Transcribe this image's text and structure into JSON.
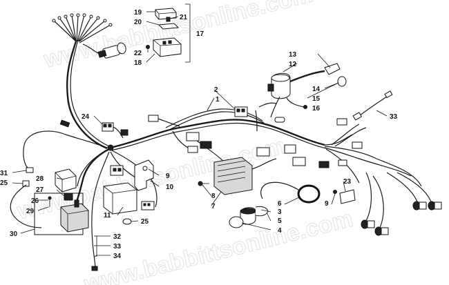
{
  "watermark": {
    "text_top": "www.babbittsonline.com",
    "text_mid": "www.babbittsonline.com",
    "text_bottom": "www.babbittsonline.com"
  },
  "callouts": {
    "c1": "1",
    "c2": "2",
    "c3": "3",
    "c4": "4",
    "c5": "5",
    "c6": "6",
    "c7": "7",
    "c8": "8",
    "c9a": "9",
    "c9b": "9",
    "c10": "10",
    "c11": "11",
    "c12": "12",
    "c13": "13",
    "c14": "14",
    "c15": "15",
    "c16": "16",
    "c17": "17",
    "c18": "18",
    "c19": "19",
    "c20": "20",
    "c21": "21",
    "c22": "22",
    "c23": "23",
    "c24": "24",
    "c25a": "25",
    "c25b": "25",
    "c26": "26",
    "c27": "27",
    "c28": "28",
    "c29": "29",
    "c30": "30",
    "c31": "31",
    "c32": "32",
    "c33a": "33",
    "c33b": "33",
    "c34": "34"
  }
}
